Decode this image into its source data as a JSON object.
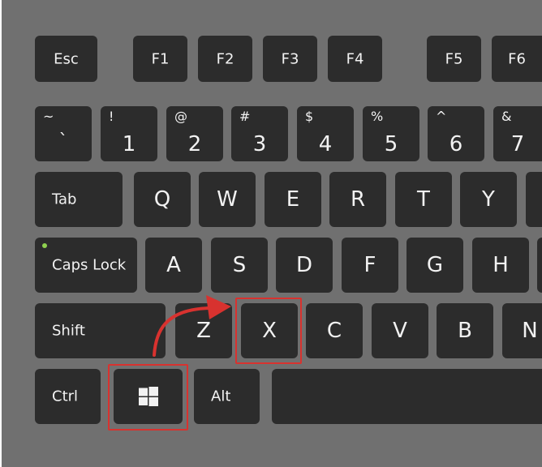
{
  "keys": {
    "esc": "Esc",
    "f1": "F1",
    "f2": "F2",
    "f3": "F3",
    "f4": "F4",
    "f5": "F5",
    "f6": "F6",
    "backtick": {
      "shift": "~",
      "main": "`"
    },
    "n1": {
      "shift": "!",
      "main": "1"
    },
    "n2": {
      "shift": "@",
      "main": "2"
    },
    "n3": {
      "shift": "#",
      "main": "3"
    },
    "n4": {
      "shift": "$",
      "main": "4"
    },
    "n5": {
      "shift": "%",
      "main": "5"
    },
    "n6": {
      "shift": "^",
      "main": "6"
    },
    "n7": {
      "shift": "&",
      "main": "7"
    },
    "tab": "Tab",
    "q": "Q",
    "w": "W",
    "e": "E",
    "r": "R",
    "t": "T",
    "y": "Y",
    "caps": "Caps Lock",
    "a": "A",
    "s": "S",
    "d": "D",
    "f": "F",
    "g": "G",
    "h": "H",
    "shift": "Shift",
    "z": "Z",
    "x": "X",
    "c": "C",
    "v": "V",
    "b": "B",
    "n": "N",
    "ctrl": "Ctrl",
    "alt": "Alt"
  },
  "colors": {
    "board": "#707070",
    "key": "#2c2c2c",
    "key_text": "#f2f2f2",
    "highlight": "#d8322f",
    "caps_led": "#8fd14f"
  },
  "highlighted_keys": [
    "windows-key",
    "key-x"
  ],
  "icons": [
    "windows-logo-icon",
    "curved-arrow-icon"
  ]
}
